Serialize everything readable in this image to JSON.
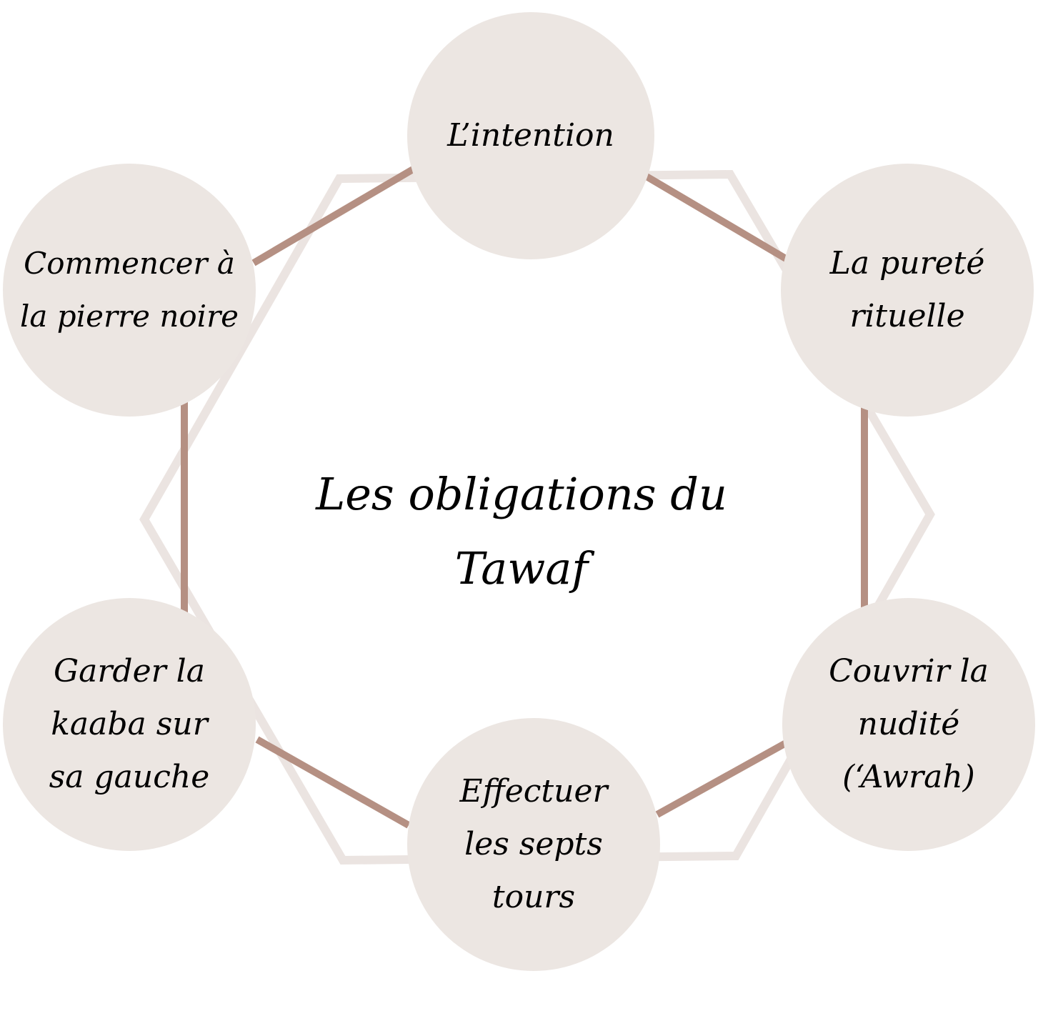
{
  "title": "Les obligations du\nTawaf",
  "colors": {
    "node_fill": "#ece6e2",
    "connector": "#b59083",
    "hexagon": "#ebe4e1"
  },
  "nodes": [
    {
      "label": "L’intention"
    },
    {
      "label": "La pureté\nrituelle"
    },
    {
      "label": "Couvrir la\nnudité\n(‘Awrah)"
    },
    {
      "label": "Effectuer\nles septs\ntours"
    },
    {
      "label": "Garder la\nkaaba sur\nsa gauche"
    },
    {
      "label": "Commencer à\nla pierre noire"
    }
  ]
}
